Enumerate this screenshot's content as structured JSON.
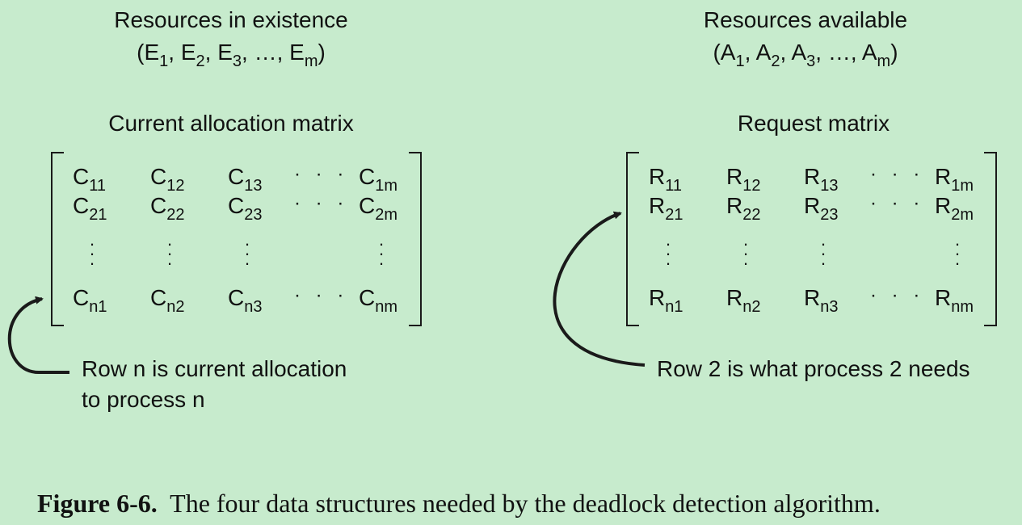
{
  "existence": {
    "title": "Resources in existence",
    "vector_letter": "E",
    "subs": [
      "1",
      "2",
      "3",
      "m"
    ]
  },
  "available": {
    "title": "Resources available",
    "vector_letter": "A",
    "subs": [
      "1",
      "2",
      "3",
      "m"
    ]
  },
  "allocation": {
    "title": "Current allocation matrix",
    "letter": "C",
    "rows": [
      [
        "11",
        "12",
        "13",
        "1m"
      ],
      [
        "21",
        "22",
        "23",
        "2m"
      ],
      [
        "n1",
        "n2",
        "n3",
        "nm"
      ]
    ],
    "note_line1": "Row n is current allocation",
    "note_line2": "to process n"
  },
  "request": {
    "title": "Request matrix",
    "letter": "R",
    "rows": [
      [
        "11",
        "12",
        "13",
        "1m"
      ],
      [
        "21",
        "22",
        "23",
        "2m"
      ],
      [
        "n1",
        "n2",
        "n3",
        "nm"
      ]
    ],
    "note_line1": "Row 2 is what process 2 needs"
  },
  "caption": {
    "label": "Figure 6-6.",
    "text": "The four data structures needed by the deadlock detection algorithm."
  },
  "ellipsis": "· · ·",
  "vec_ellipsis": "…"
}
